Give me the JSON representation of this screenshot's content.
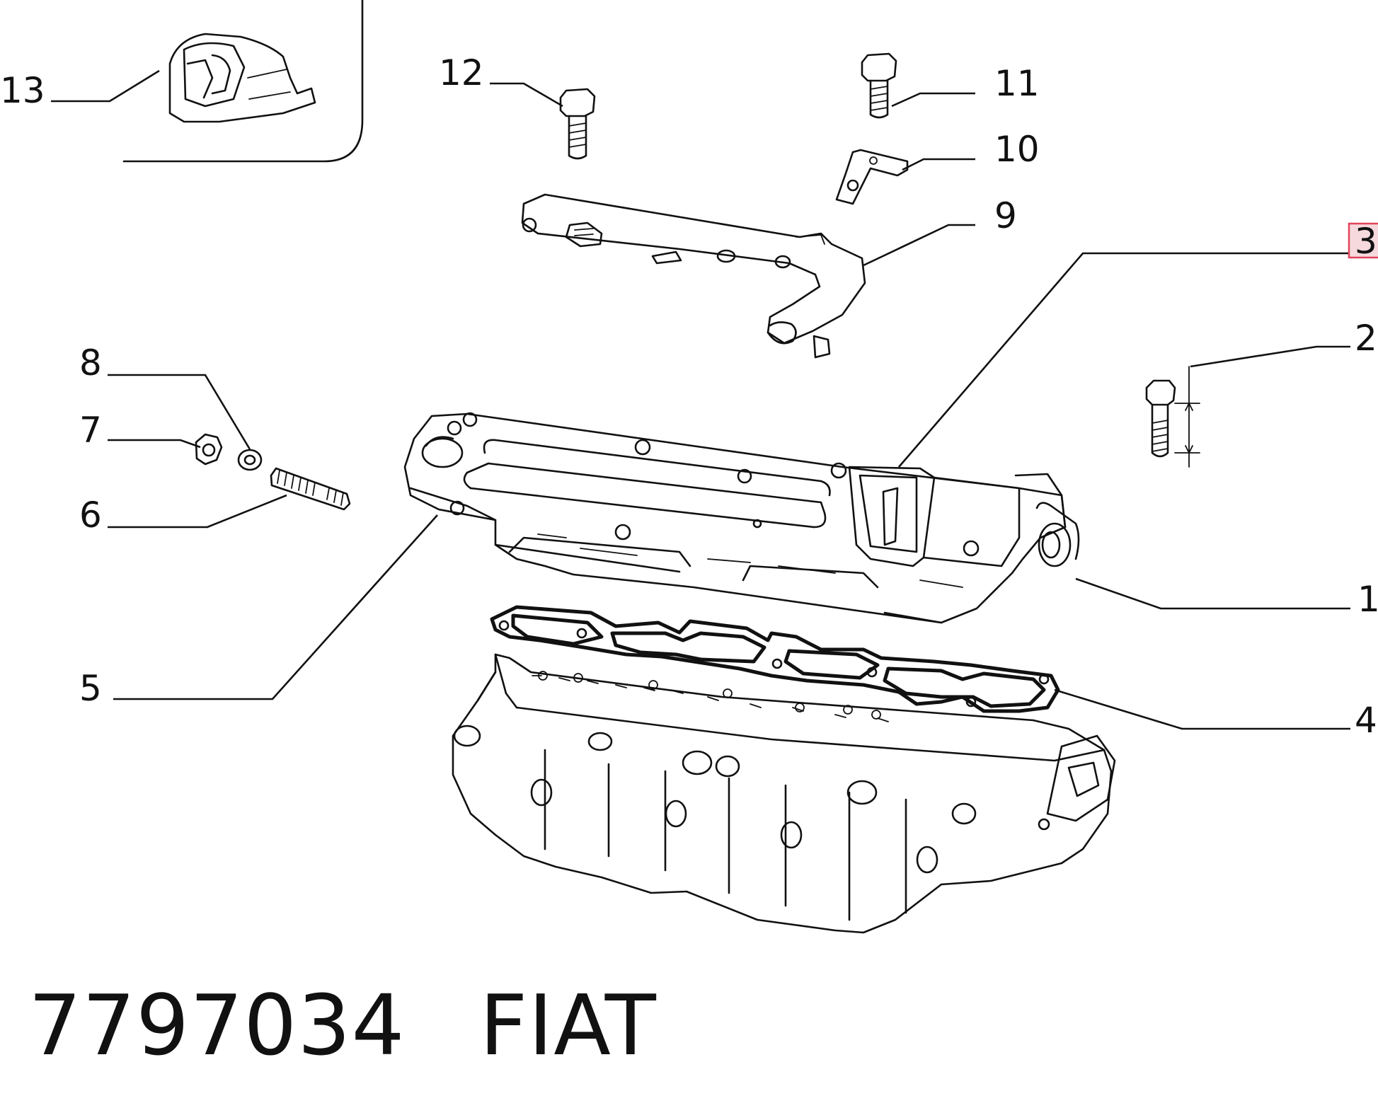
{
  "callouts": {
    "c1": "1",
    "c2": "2",
    "c3": "3",
    "c4": "4",
    "c5": "5",
    "c6": "6",
    "c7": "7",
    "c8": "8",
    "c9": "9",
    "c10": "10",
    "c11": "11",
    "c12": "12",
    "c13": "13"
  },
  "footer": {
    "part_number": "7797034",
    "brand": "FIAT"
  },
  "colors": {
    "highlight_border": "#e0455a",
    "highlight_fill": "#f6d9dd",
    "line": "#111111"
  }
}
